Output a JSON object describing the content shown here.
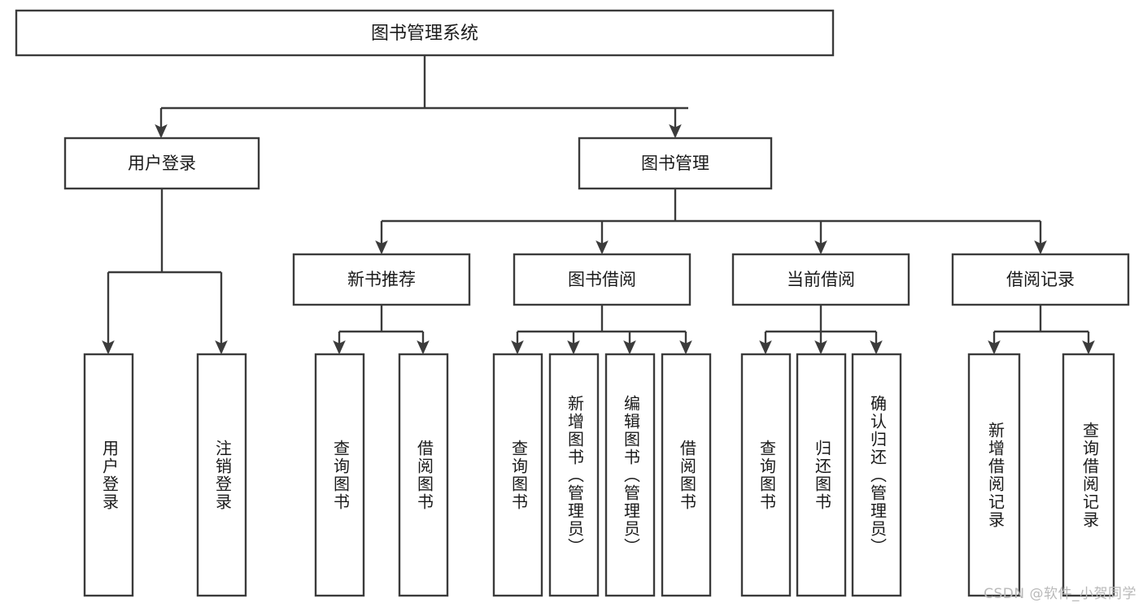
{
  "diagram": {
    "type": "tree-flowchart",
    "title": "图书管理系统",
    "orientation": "top-down",
    "colors": {
      "box_fill": "#ffffff",
      "box_stroke": "#3b3b3b",
      "text": "#1a1a1a",
      "watermark": "#b9b9b9"
    },
    "root": {
      "label": "图书管理系统"
    },
    "level2": [
      {
        "label": "用户登录"
      },
      {
        "label": "图书管理"
      }
    ],
    "level3": [
      {
        "label": "新书推荐"
      },
      {
        "label": "图书借阅"
      },
      {
        "label": "当前借阅"
      },
      {
        "label": "借阅记录"
      }
    ],
    "leaves": {
      "user_login": [
        {
          "label": "用户登录"
        },
        {
          "label": "注销登录"
        }
      ],
      "new_book_recommend": [
        {
          "label": "查询图书"
        },
        {
          "label": "借阅图书"
        }
      ],
      "book_borrow": [
        {
          "label": "查询图书"
        },
        {
          "label": "新增图书（管理员）"
        },
        {
          "label": "编辑图书（管理员）"
        },
        {
          "label": "借阅图书"
        }
      ],
      "current_borrow": [
        {
          "label": "查询图书"
        },
        {
          "label": "归还图书"
        },
        {
          "label": "确认归还（管理员）"
        }
      ],
      "borrow_record": [
        {
          "label": "新增借阅记录"
        },
        {
          "label": "查询借阅记录"
        }
      ]
    }
  },
  "watermark": {
    "text": "CSDN @软件_小贺同学"
  }
}
